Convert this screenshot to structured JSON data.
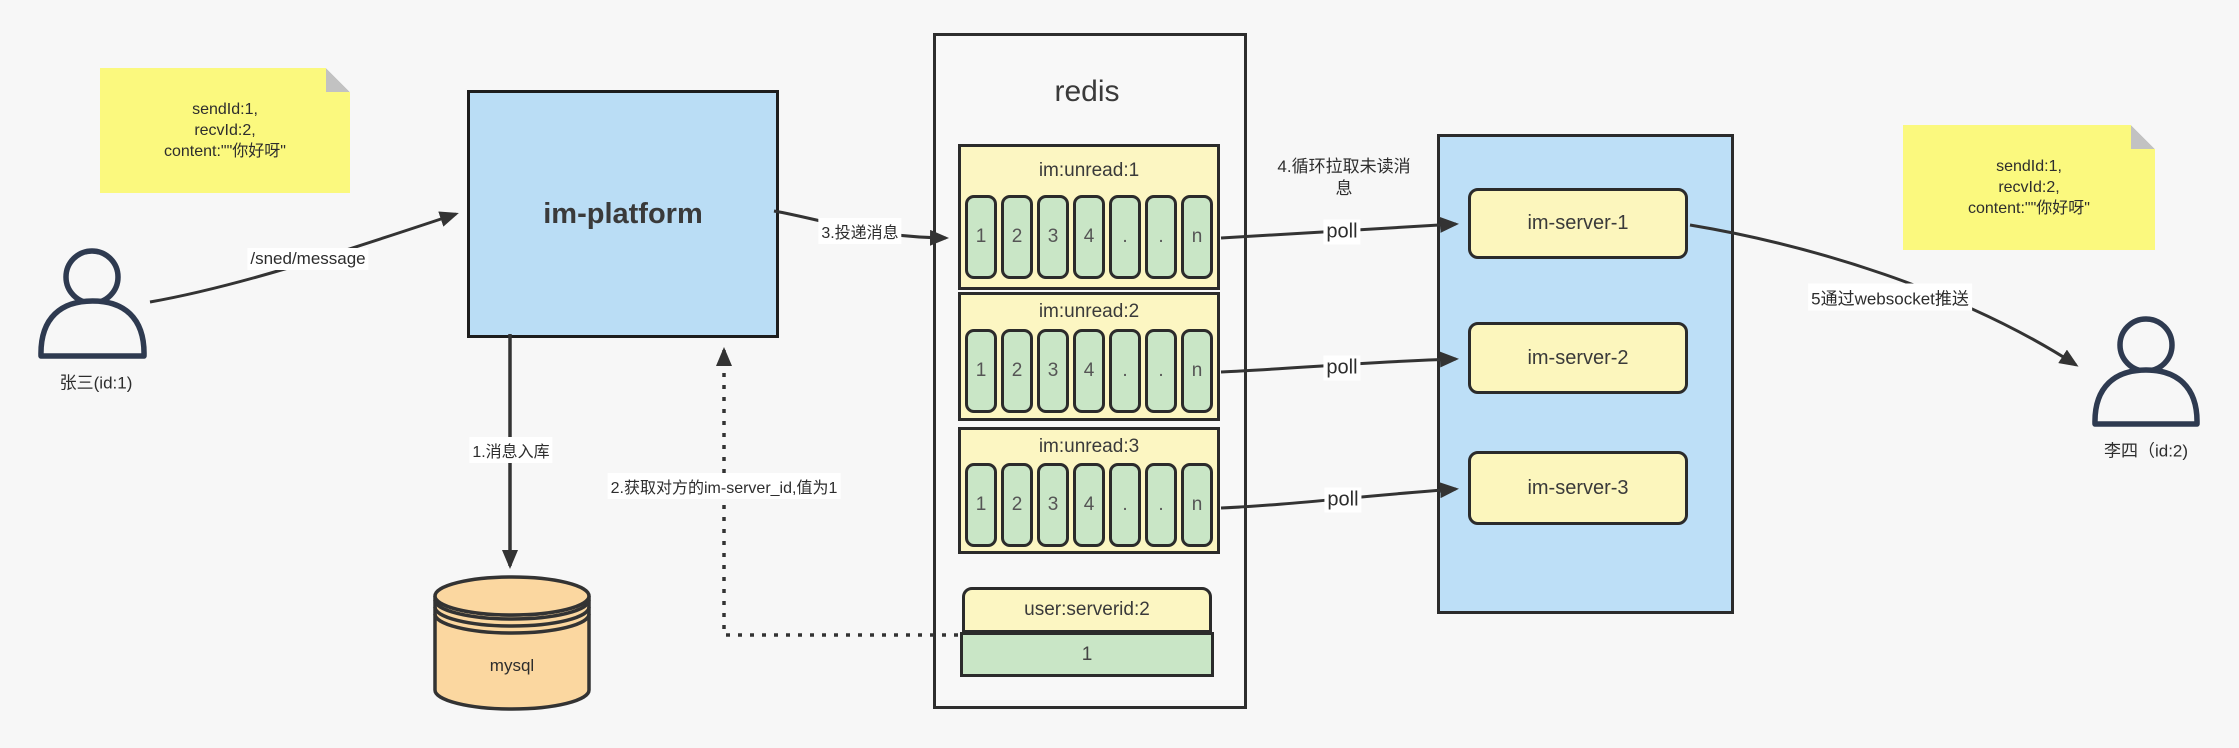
{
  "actors": {
    "sender": {
      "label": "张三(id:1)"
    },
    "receiver": {
      "label": "李四（id:2)"
    }
  },
  "notes": {
    "left": {
      "lines": [
        "sendId:1,",
        "recvId:2,",
        "content:\"\"你好呀\""
      ]
    },
    "right": {
      "lines": [
        "sendId:1,",
        "recvId:2,",
        "content:\"\"你好呀\""
      ]
    }
  },
  "platform": {
    "label": "im-platform"
  },
  "database": {
    "label": "mysql"
  },
  "redis": {
    "title": "redis",
    "queues": [
      {
        "header": "im:unread:1",
        "cells": [
          "1",
          "2",
          "3",
          "4",
          ".",
          ".",
          "n"
        ]
      },
      {
        "header": "im:unread:2",
        "cells": [
          "1",
          "2",
          "3",
          "4",
          ".",
          ".",
          "n"
        ]
      },
      {
        "header": "im:unread:3",
        "cells": [
          "1",
          "2",
          "3",
          "4",
          ".",
          ".",
          "n"
        ]
      }
    ],
    "mapping": {
      "header": "user:serverid:2",
      "value": "1"
    }
  },
  "servers": [
    {
      "label": "im-server-1"
    },
    {
      "label": "im-server-2"
    },
    {
      "label": "im-server-3"
    }
  ],
  "edges": {
    "send": "/sned/message",
    "store": "1.消息入库",
    "lookup": "2.获取对方的im-server_id,值为1",
    "deliver": "3.投递消息",
    "poll_note_line1": "4.循环拉取未读消",
    "poll_note_line2": "息",
    "poll": [
      "poll",
      "poll",
      "poll"
    ],
    "push": "5通过websocket推送"
  },
  "colors": {
    "background": "#F7F7F7",
    "platform_blue": "#BADDF5",
    "servers_blue": "#BDDFF7",
    "note_yellow": "#FBF97E",
    "panel_yellow": "#FCF6C2",
    "server_yellow": "#FCF6BD",
    "cell_green": "#C9E6C6",
    "mysql_orange": "#FBD7A0",
    "line_dark": "#333333"
  }
}
